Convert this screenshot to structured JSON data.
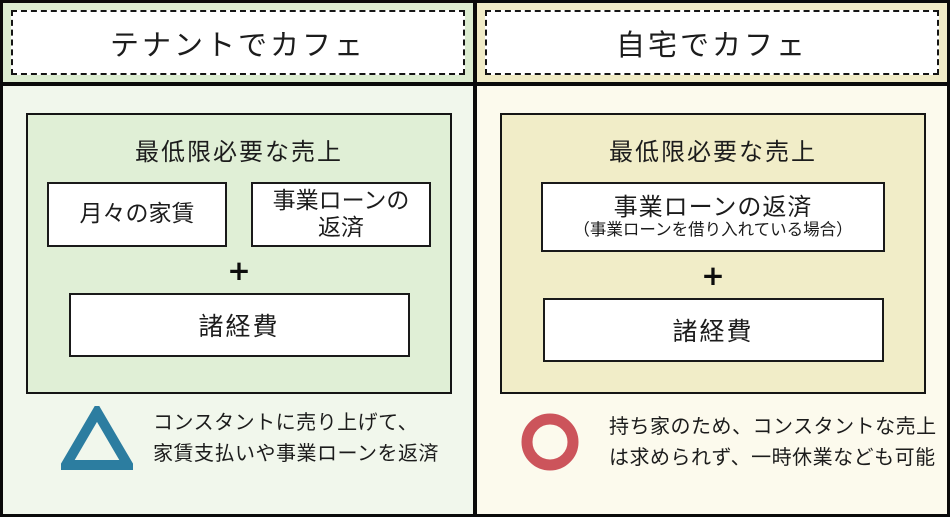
{
  "left": {
    "title": "テナントでカフェ",
    "panel_title": "最低限必要な売上",
    "rent_box_label": "月々の家賃",
    "loan_box_line1": "事業ローンの",
    "loan_box_line2": "返済",
    "plus": "+",
    "expenses_label": "諸経費",
    "verdict_icon": "triangle-outline",
    "note_line1": "コンスタントに売り上げて、",
    "note_line2": "家賃支払いや事業ローンを返済"
  },
  "right": {
    "title": "自宅でカフェ",
    "panel_title": "最低限必要な売上",
    "loan_box_main": "事業ローンの返済",
    "loan_box_sub": "（事業ローンを借り入れている場合）",
    "plus": "+",
    "expenses_label": "諸経費",
    "verdict_icon": "circle-outline",
    "note_line1": "持ち家のため、コンスタントな売上",
    "note_line2": "は求められず、一時休業なども可能"
  },
  "colors": {
    "tenant_header_bg": "#dcecd0",
    "tenant_body_bg": "#f1f7ec",
    "tenant_panel_bg": "#e0efd6",
    "home_header_bg": "#f0ebc6",
    "home_body_bg": "#fcfaed",
    "home_panel_bg": "#f1edc8",
    "triangle_accent": "#2c7da0",
    "circle_accent": "#cc545b",
    "border": "#151515",
    "text": "#1c1c1c"
  }
}
